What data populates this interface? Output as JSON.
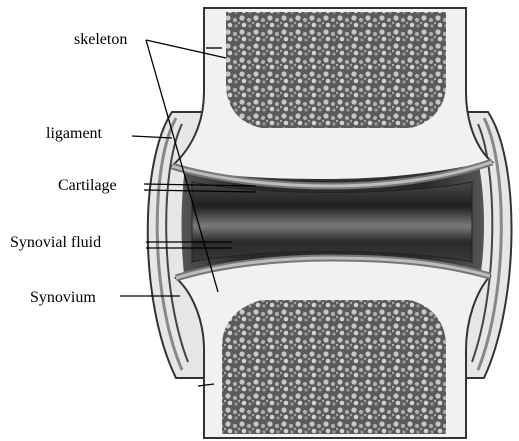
{
  "labels": {
    "skeleton": "skeleton",
    "ligament": "ligament",
    "cartilage": "Cartilage",
    "synovial_fluid": "Synovial fluid",
    "synovium": "Synovium"
  }
}
